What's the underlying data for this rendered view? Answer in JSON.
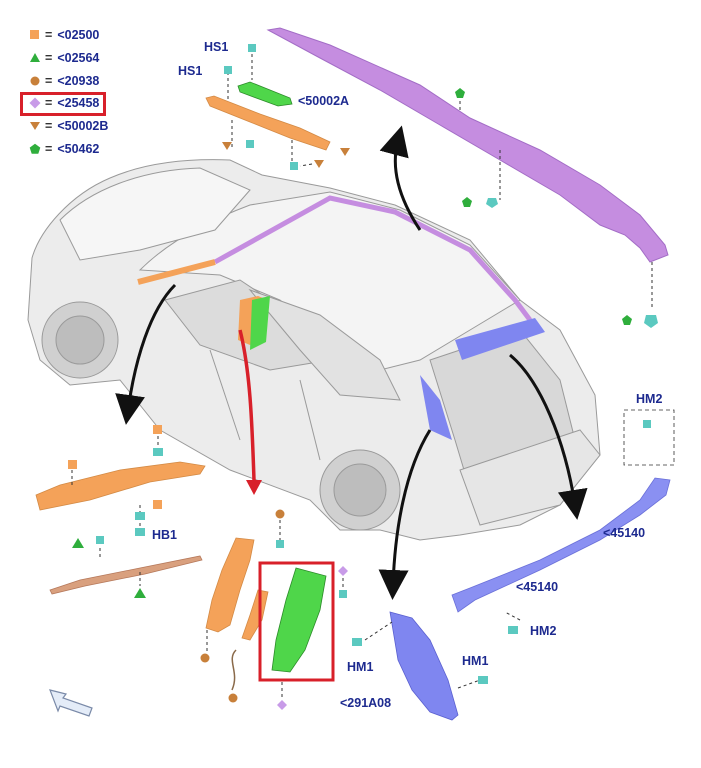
{
  "legend": [
    {
      "symbol": "orange-square",
      "color": "#f4a259",
      "sep": "=",
      "code": "<02500"
    },
    {
      "symbol": "green-triangle",
      "color": "#2fae3c",
      "sep": "=",
      "code": "<02564"
    },
    {
      "symbol": "brown-circle",
      "color": "#c8803a",
      "sep": "=",
      "code": "<20938"
    },
    {
      "symbol": "violet-diamond",
      "color": "#c89be8",
      "sep": "=",
      "code": "<25458",
      "highlighted": true
    },
    {
      "symbol": "brown-triangle-down",
      "color": "#c8803a",
      "sep": "=",
      "code": "<50002B"
    },
    {
      "symbol": "green-pentagon",
      "color": "#2fae3c",
      "sep": "=",
      "code": "<50462"
    }
  ],
  "callouts": {
    "hs1_top": "HS1",
    "hs1_mid": "HS1",
    "p50002a": "<50002A",
    "hb1": "HB1",
    "hm2_top": "HM2",
    "p45140_right": "<45140",
    "p45140_mid": "<45140",
    "hm2_bottom": "HM2",
    "hm1_left": "HM1",
    "hm1_right": "HM1",
    "p291a08": "<291A08"
  },
  "colors": {
    "legend_text": "#1d2a8f",
    "highlight_red": "#d8202a",
    "roof_rail_violet": "#c58de0",
    "trim_orange": "#f4a259",
    "insulator_green": "#4fd64a",
    "quarter_blue": "#7f86f0",
    "arrow_black": "#111111",
    "arrow_red": "#d8202a"
  }
}
